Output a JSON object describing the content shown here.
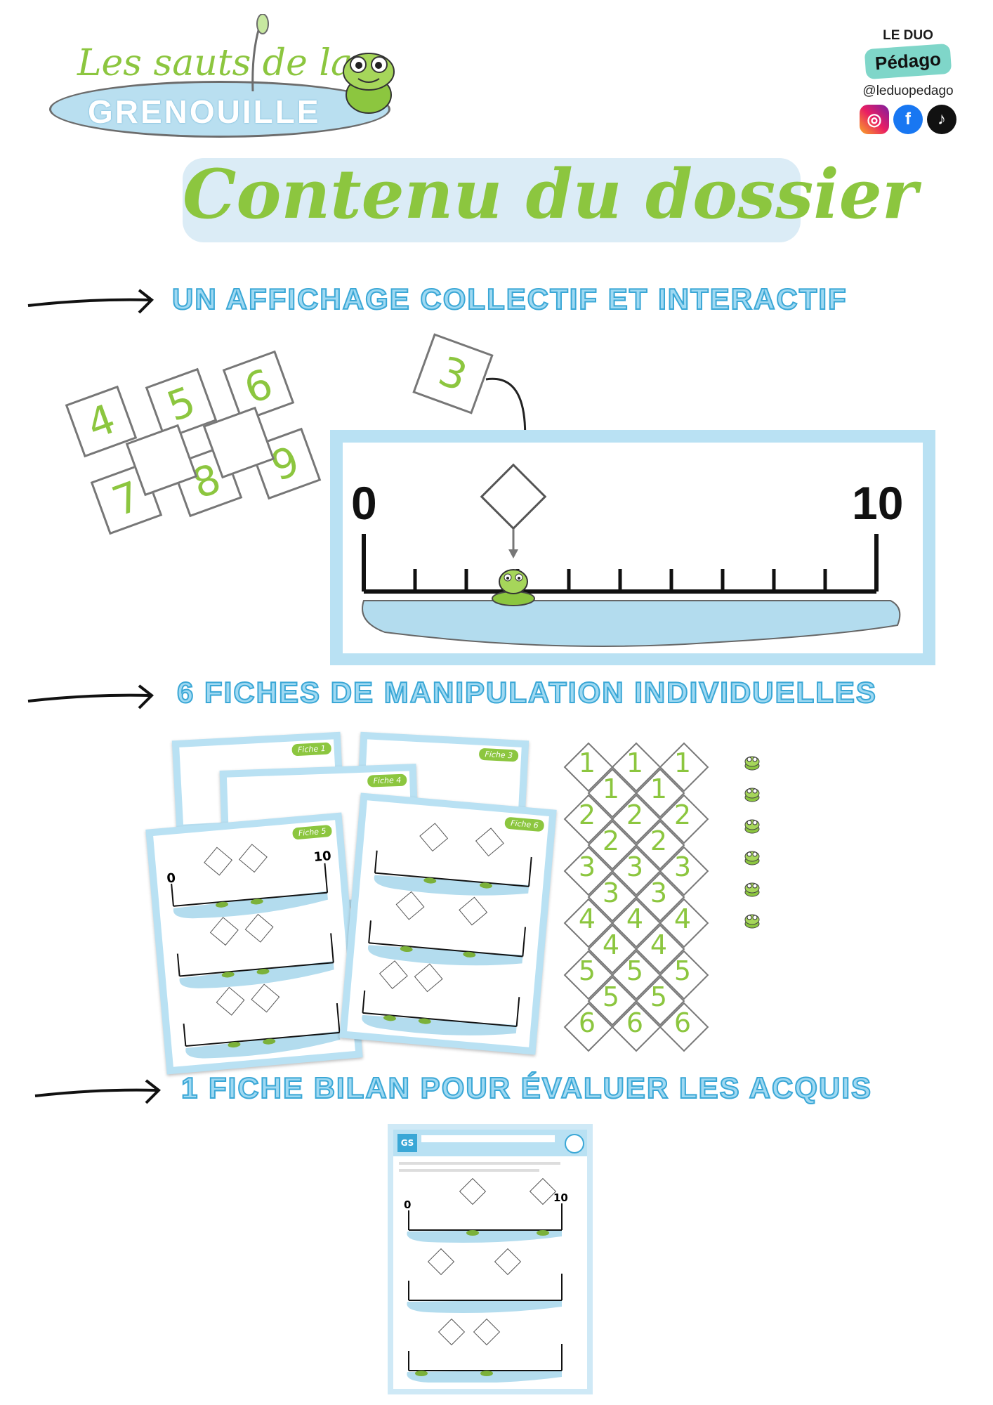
{
  "logo": {
    "line1": "Les sauts de la",
    "line2": "GRENOUILLE"
  },
  "brand": {
    "top": "LE DUO",
    "pill": "Pédago",
    "handle": "@leduopedago",
    "icons": [
      "instagram-icon",
      "facebook-icon",
      "tiktok-icon"
    ]
  },
  "title": "Contenu du dossier",
  "sections": [
    "UN AFFICHAGE COLLECTIF ET INTERACTIF",
    "6 FICHES DE MANIPULATION INDIVIDUELLES",
    "1 FICHE BILAN POUR ÉVALUER LES ACQUIS"
  ],
  "display": {
    "tiles": [
      "4",
      "5",
      "6",
      "7",
      "8",
      "9"
    ],
    "moving_tile": "3",
    "line_start": "0",
    "line_end": "10"
  },
  "sheets": {
    "labels": [
      "Fiche 1",
      "Fiche 3",
      "Fiche 4",
      "Fiche 5",
      "Fiche 6"
    ],
    "line_start": "0",
    "line_end": "10",
    "number_cards": [
      "1",
      "1",
      "1",
      "1",
      "1",
      "2",
      "2",
      "2",
      "2",
      "2",
      "3",
      "3",
      "3",
      "3",
      "3",
      "4",
      "4",
      "4",
      "4",
      "4",
      "5",
      "5",
      "5",
      "5",
      "5",
      "6",
      "6",
      "6"
    ]
  },
  "bilan": {
    "badge": "GS",
    "line_start": "0",
    "line_end": "10"
  },
  "colors": {
    "green": "#8cc63f",
    "blue_light": "#b9e1f3",
    "blue_dark": "#3aa7d6",
    "pond": "#b9dff0"
  }
}
